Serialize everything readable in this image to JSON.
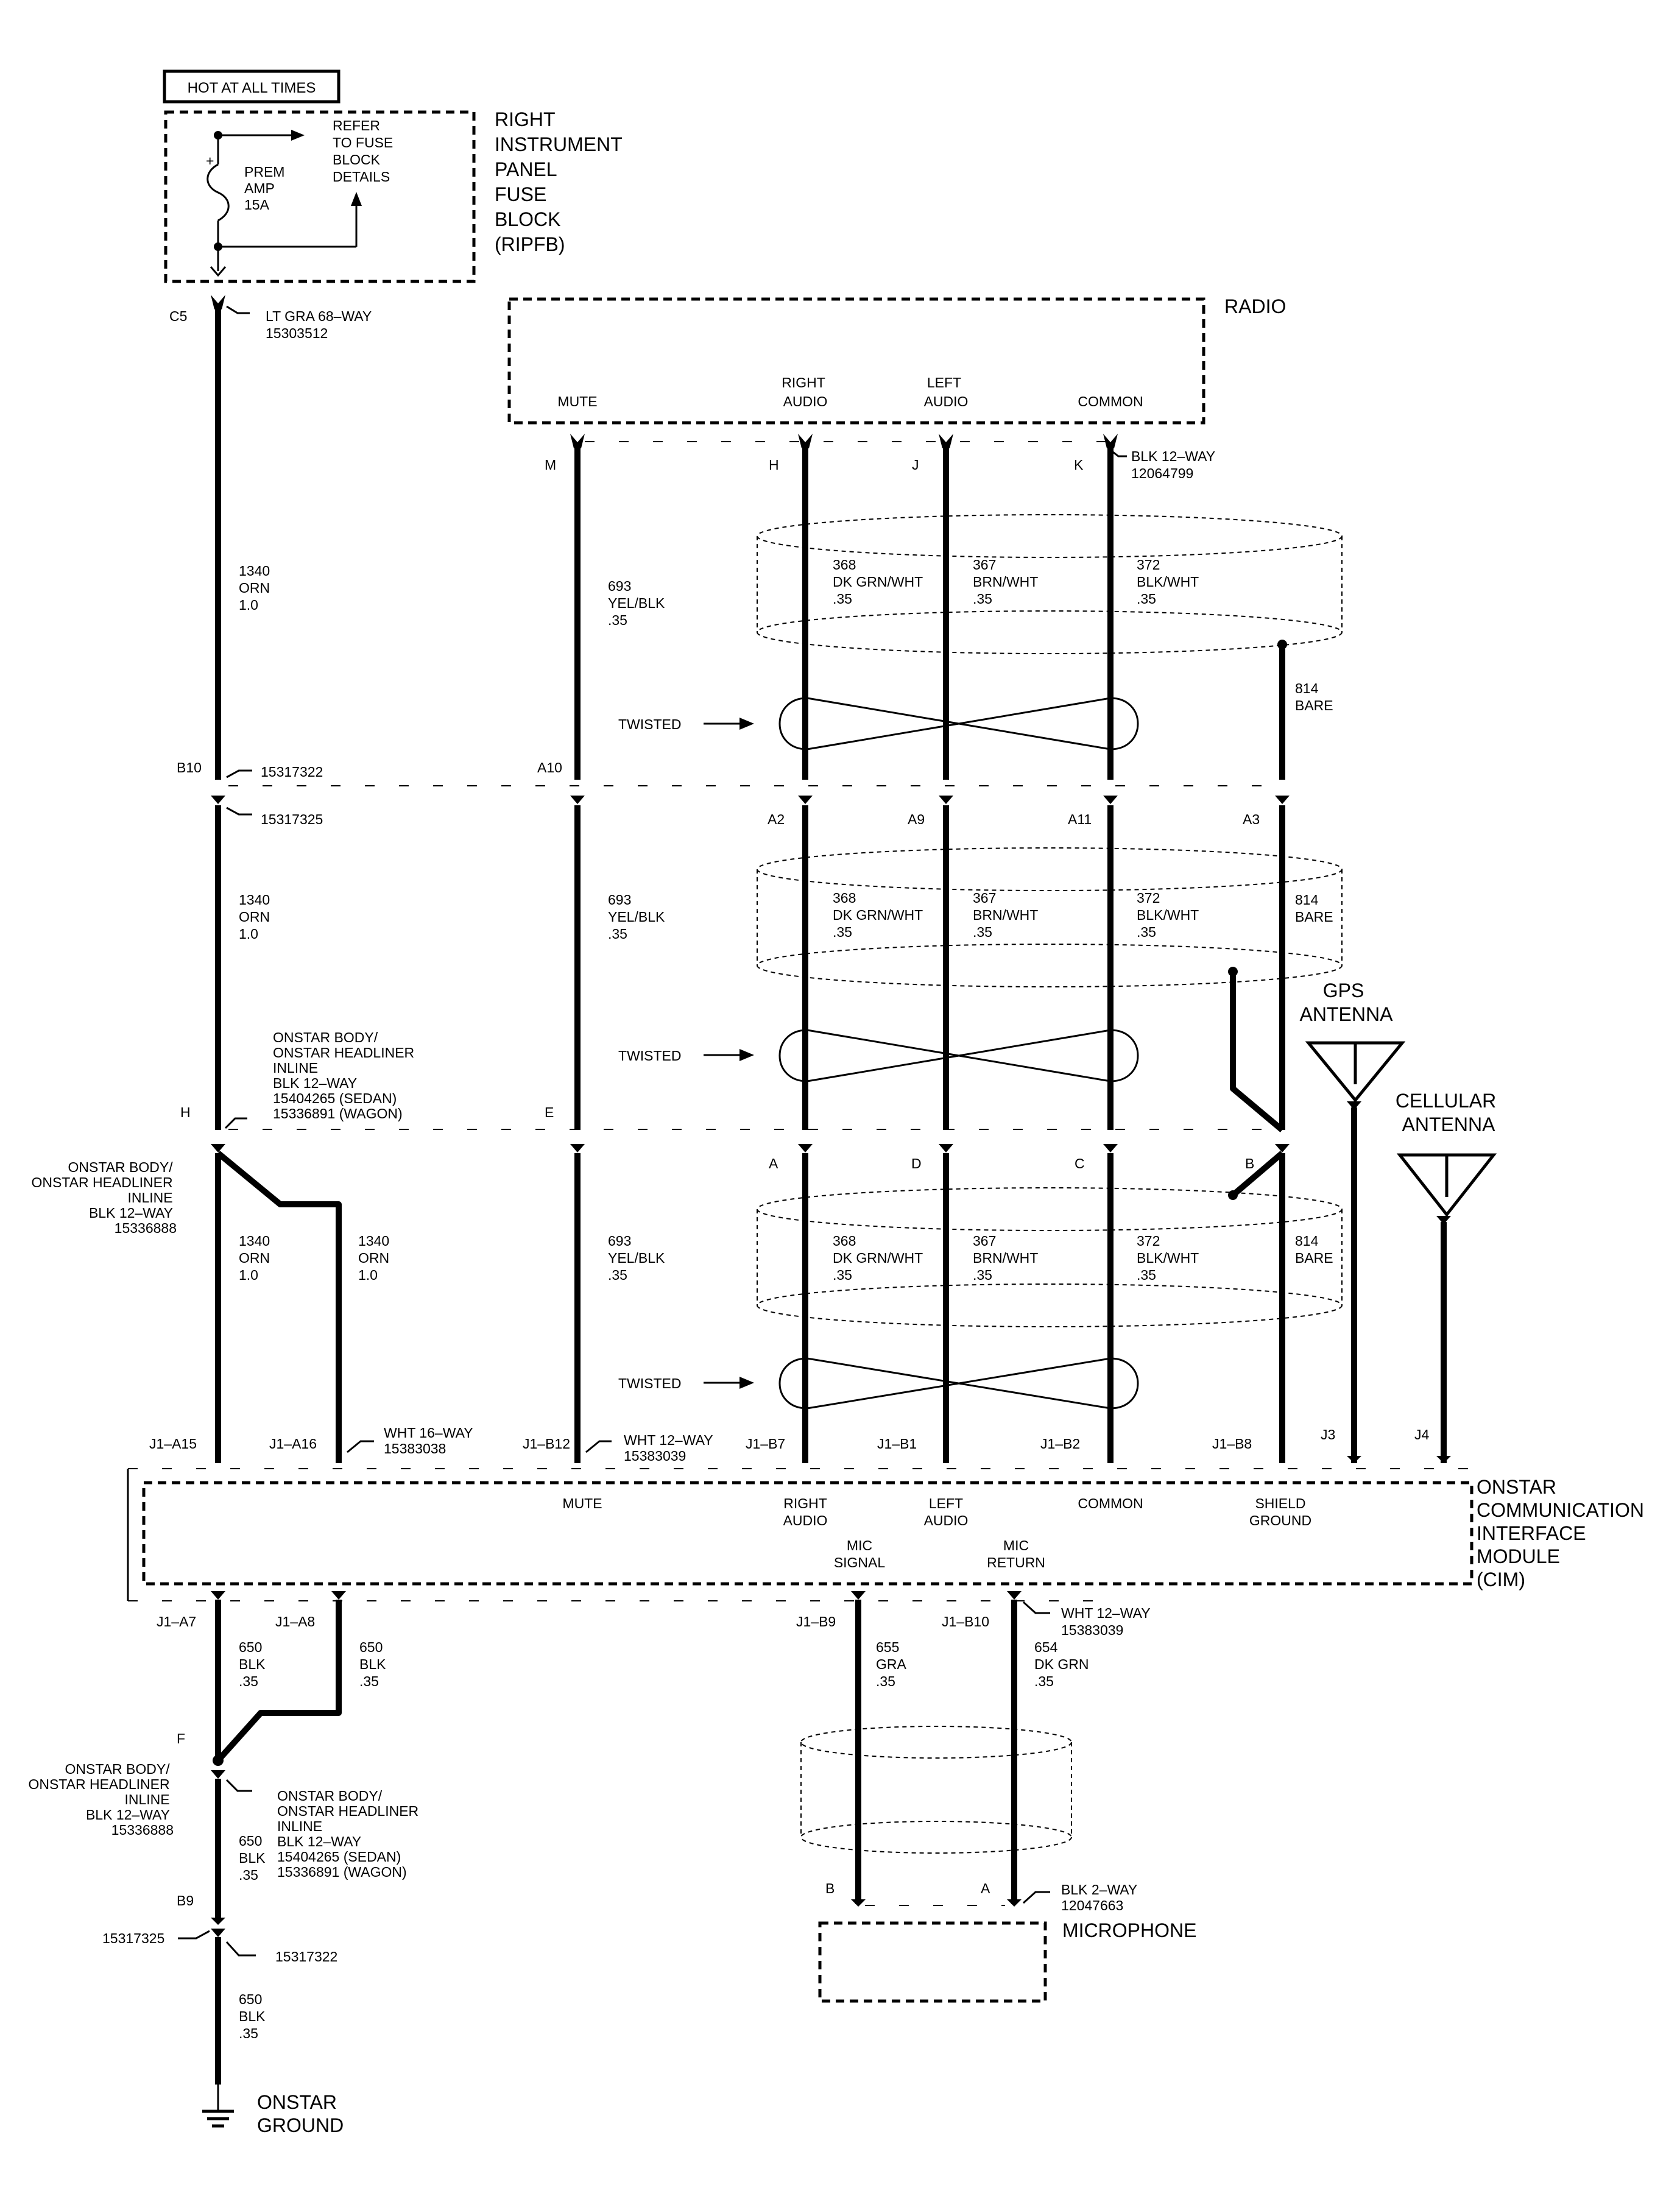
{
  "fuse_block": {
    "hot_label": "HOT AT ALL TIMES",
    "refer_lines": [
      "REFER",
      "TO FUSE",
      "BLOCK",
      "DETAILS"
    ],
    "fuse_lines": [
      "PREM",
      "AMP",
      "15A"
    ],
    "title_lines": [
      "RIGHT",
      "INSTRUMENT",
      "PANEL",
      "FUSE",
      "BLOCK",
      "(RIPFB)"
    ]
  },
  "radio": {
    "title": "RADIO",
    "mute": "MUTE",
    "right_audio": [
      "RIGHT",
      "AUDIO"
    ],
    "left_audio": [
      "LEFT",
      "AUDIO"
    ],
    "common": "COMMON",
    "conn_label": [
      "BLK 12–WAY",
      "12064799"
    ],
    "pins": {
      "m": "M",
      "h": "H",
      "j": "J",
      "k": "K"
    }
  },
  "c5": {
    "pin": "C5",
    "label": [
      "LT GRA 68–WAY",
      "15303512"
    ]
  },
  "wire_labels": {
    "orn": [
      "1340",
      "ORN",
      "1.0"
    ],
    "yel": [
      "693",
      "YEL/BLK",
      ".35"
    ],
    "dkgrn": [
      "368",
      "DK GRN/WHT",
      ".35"
    ],
    "brn": [
      "367",
      "BRN/WHT",
      ".35"
    ],
    "blkwht": [
      "372",
      "BLK/WHT",
      ".35"
    ],
    "bare": [
      "814",
      "BARE"
    ],
    "blk650": [
      "650",
      "BLK",
      ".35"
    ],
    "gra655": [
      "655",
      "GRA",
      ".35"
    ],
    "dkgrn654": [
      "654",
      "DK GRN",
      ".35"
    ]
  },
  "twisted": "TWISTED",
  "inline1": {
    "pins": {
      "b10": "B10",
      "a10": "A10",
      "a2": "A2",
      "a9": "A9",
      "a11": "A11",
      "a3": "A3"
    },
    "top_part": "15317322",
    "bottom_part": "15317325"
  },
  "inline2": {
    "pins": {
      "h": "H",
      "e": "E",
      "a": "A",
      "d": "D",
      "c": "C",
      "b": "B"
    },
    "label": [
      "ONSTAR BODY/",
      "ONSTAR HEADLINER",
      "INLINE",
      "BLK 12–WAY",
      "15404265 (SEDAN)",
      "15336891 (WAGON)"
    ],
    "left_label": [
      "ONSTAR BODY/",
      "ONSTAR HEADLINER",
      "INLINE",
      "BLK 12–WAY",
      "15336888"
    ]
  },
  "antennas": {
    "gps": [
      "GPS",
      "ANTENNA"
    ],
    "cell": [
      "CELLULAR",
      "ANTENNA"
    ],
    "j3": "J3",
    "j4": "J4"
  },
  "cim": {
    "title": [
      "ONSTAR",
      "COMMUNICATION",
      "INTERFACE",
      "MODULE",
      "(CIM)"
    ],
    "mute": "MUTE",
    "right_audio": [
      "RIGHT",
      "AUDIO"
    ],
    "left_audio": [
      "LEFT",
      "AUDIO"
    ],
    "common": "COMMON",
    "shield": [
      "SHIELD",
      "GROUND"
    ],
    "mic_signal": [
      "MIC",
      "SIGNAL"
    ],
    "mic_return": [
      "MIC",
      "RETURN"
    ],
    "top_pins": {
      "a15": "J1–A15",
      "a16": "J1–A16",
      "b12": "J1–B12",
      "b7": "J1–B7",
      "b1": "J1–B1",
      "b2": "J1–B2",
      "b8": "J1–B8"
    },
    "wht16": [
      "WHT 16–WAY",
      "15383038"
    ],
    "wht12": [
      "WHT 12–WAY",
      "15383039"
    ],
    "bottom_pins": {
      "a7": "J1–A7",
      "a8": "J1–A8",
      "b9": "J1–B9",
      "b10": "J1–B10"
    },
    "wht12b": [
      "WHT 12–WAY",
      "15383039"
    ]
  },
  "ground": {
    "splice": "F",
    "f_left_label": [
      "ONSTAR BODY/",
      "ONSTAR HEADLINER",
      "INLINE",
      "BLK 12–WAY",
      "15336888"
    ],
    "f_right_label": [
      "ONSTAR BODY/",
      "ONSTAR HEADLINER",
      "INLINE",
      "BLK 12–WAY",
      "15404265 (SEDAN)",
      "15336891 (WAGON)"
    ],
    "b9": "B9",
    "b9_top": "15317325",
    "b9_bottom": "15317322",
    "title": [
      "ONSTAR",
      "GROUND"
    ]
  },
  "microphone": {
    "title": "MICROPHONE",
    "pin_b": "B",
    "pin_a": "A",
    "label": [
      "BLK 2–WAY",
      "12047663"
    ]
  }
}
